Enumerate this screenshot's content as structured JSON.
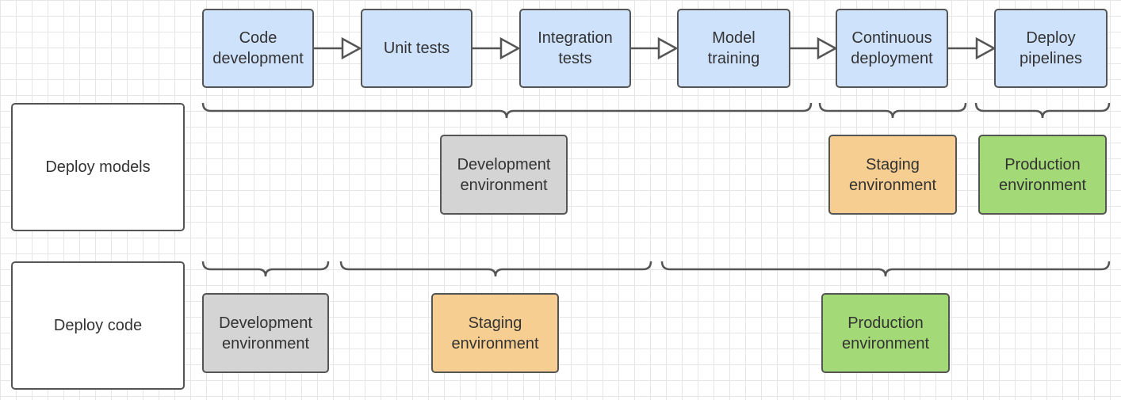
{
  "colors": {
    "step_fill": "#cfe2fc",
    "dev_env_fill": "#d4d4d4",
    "staging_env_fill": "#f7ce91",
    "production_env_fill": "#a3d977",
    "outline": "#555555"
  },
  "pipeline": {
    "steps": [
      {
        "label": "Code\ndevelopment"
      },
      {
        "label": "Unit tests"
      },
      {
        "label": "Integration\ntests"
      },
      {
        "label": "Model\ntraining"
      },
      {
        "label": "Continuous\ndeployment"
      },
      {
        "label": "Deploy\npipelines"
      }
    ]
  },
  "lanes": {
    "deploy_models": {
      "label": "Deploy models",
      "environments": {
        "development": "Development\nenvironment",
        "staging": "Staging\nenvironment",
        "production": "Production\nenvironment"
      }
    },
    "deploy_code": {
      "label": "Deploy code",
      "environments": {
        "development": "Development\nenvironment",
        "staging": "Staging\nenvironment",
        "production": "Production\nenvironment"
      }
    }
  }
}
